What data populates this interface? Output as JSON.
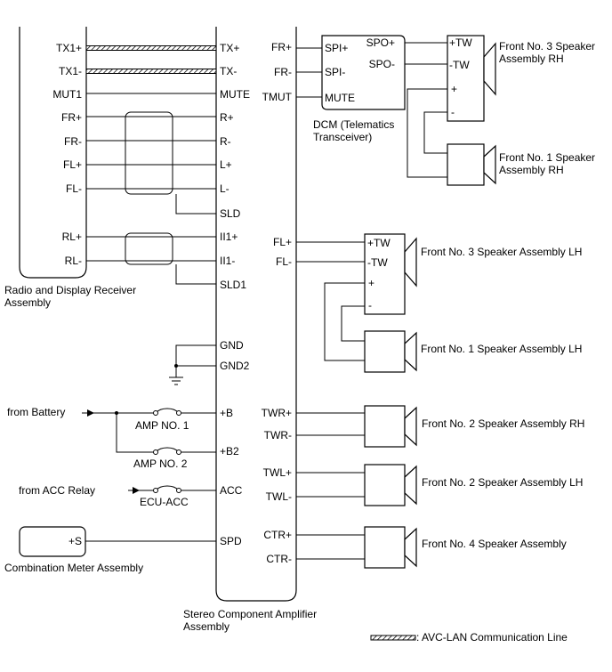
{
  "radio": {
    "label_line1": "Radio and Display Receiver",
    "label_line2": "Assembly",
    "pins": [
      "TX1+",
      "TX1-",
      "MUT1",
      "FR+",
      "FR-",
      "FL+",
      "FL-",
      "RL+",
      "RL-"
    ]
  },
  "amp": {
    "label_line1": "Stereo Component Amplifier",
    "label_line2": "Assembly",
    "left_pins": {
      "tx1p": "TX+",
      "tx1m": "TX-",
      "mute": "MUTE",
      "r_p": "R+",
      "r_m": "R-",
      "l_p": "L+",
      "l_m": "L-",
      "sld": "SLD",
      "ii1p": "II1+",
      "ii1m": "II1-",
      "sld1": "SLD1",
      "gnd": "GND",
      "gnd2": "GND2",
      "b": "+B",
      "b2": "+B2",
      "acc": "ACC",
      "spd": "SPD"
    },
    "right_pins": {
      "frp": "FR+",
      "frm": "FR-",
      "tmut": "TMUT",
      "flp": "FL+",
      "flm": "FL-",
      "twrp": "TWR+",
      "twrm": "TWR-",
      "twlp": "TWL+",
      "twlm": "TWL-",
      "ctrp": "CTR+",
      "ctrm": "CTR-"
    }
  },
  "dcm": {
    "label_line1": "DCM (Telematics",
    "label_line2": "Transceiver)",
    "pins": {
      "spip": "SPI+",
      "spim": "SPI-",
      "mute": "MUTE",
      "spop": "SPO+",
      "spom": "SPO-"
    }
  },
  "speakers": {
    "rh3_line1": "Front No. 3 Speaker",
    "rh3_line2": "Assembly RH",
    "rh1_line1": "Front No. 1 Speaker",
    "rh1_line2": "Assembly RH",
    "lh3": "Front No. 3 Speaker Assembly LH",
    "lh1": "Front No. 1 Speaker Assembly LH",
    "rh2": "Front No. 2 Speaker Assembly RH",
    "lh2": "Front No. 2 Speaker Assembly LH",
    "front4": "Front No. 4 Speaker Assembly",
    "pins": {
      "twp": "+TW",
      "twm": "-TW",
      "plus": "+",
      "minus": "-"
    }
  },
  "power": {
    "from_battery": "from Battery",
    "from_acc": "from ACC Relay",
    "fuse_amp1": "AMP NO. 1",
    "fuse_amp2": "AMP NO. 2",
    "fuse_ecu": "ECU-ACC"
  },
  "meter": {
    "label": "Combination Meter Assembly",
    "pin": "+S"
  },
  "legend": {
    "text": ": AVC-LAN Communication Line"
  }
}
